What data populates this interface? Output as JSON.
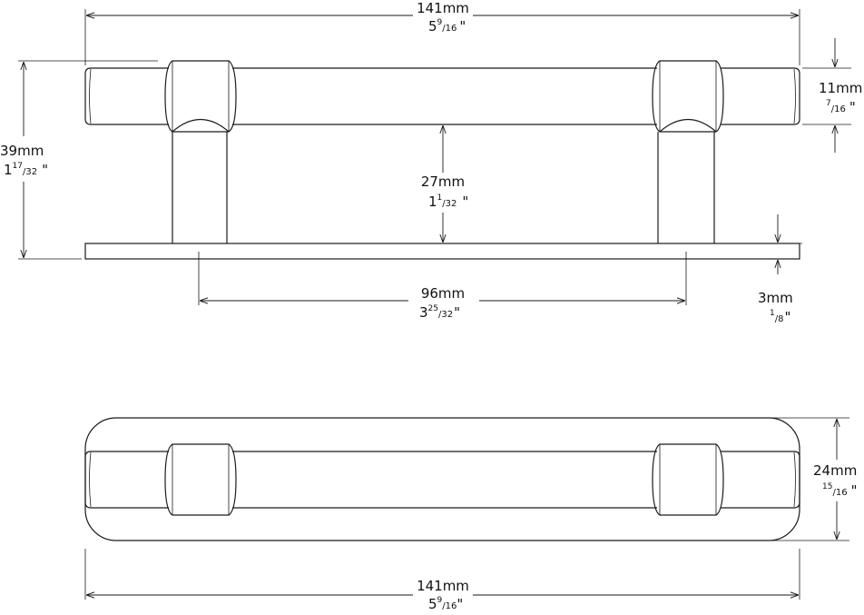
{
  "front_view": {
    "overall_length": {
      "metric": "141mm",
      "whole": "5",
      "num": "9",
      "den": "16",
      "unit": "\""
    },
    "bar_diameter": {
      "metric": "11mm",
      "whole": "",
      "num": "7",
      "den": "16",
      "unit": "\""
    },
    "height": {
      "metric": "39mm",
      "whole": "1",
      "num": "17",
      "den": "32",
      "unit": "\""
    },
    "clearance": {
      "metric": "27mm",
      "whole": "1",
      "num": "1",
      "den": "32",
      "unit": "\""
    },
    "base_thickness": {
      "metric": "3mm",
      "whole": "",
      "num": "1",
      "den": "8",
      "unit": "\""
    },
    "hole_spacing": {
      "metric": "96mm",
      "whole": "3",
      "num": "25",
      "den": "32",
      "unit": "\""
    }
  },
  "top_view": {
    "width": {
      "metric": "24mm",
      "whole": "",
      "num": "15",
      "den": "16",
      "unit": "\""
    },
    "overall_length": {
      "metric": "141mm",
      "whole": "5",
      "num": "9",
      "den": "16",
      "unit": "\""
    }
  }
}
